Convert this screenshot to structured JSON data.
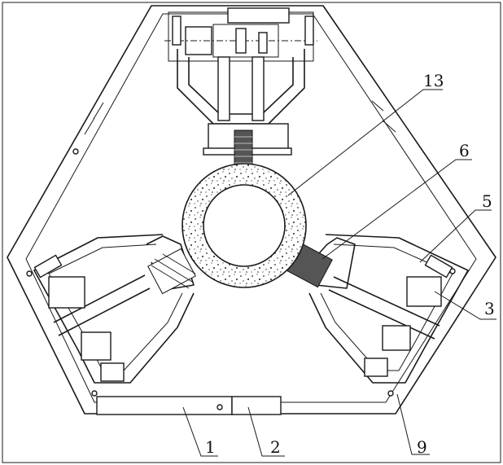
{
  "labels": {
    "l1": "1",
    "l2": "2",
    "l3": "3",
    "l5": "5",
    "l6": "6",
    "l9": "9",
    "l13": "13"
  }
}
